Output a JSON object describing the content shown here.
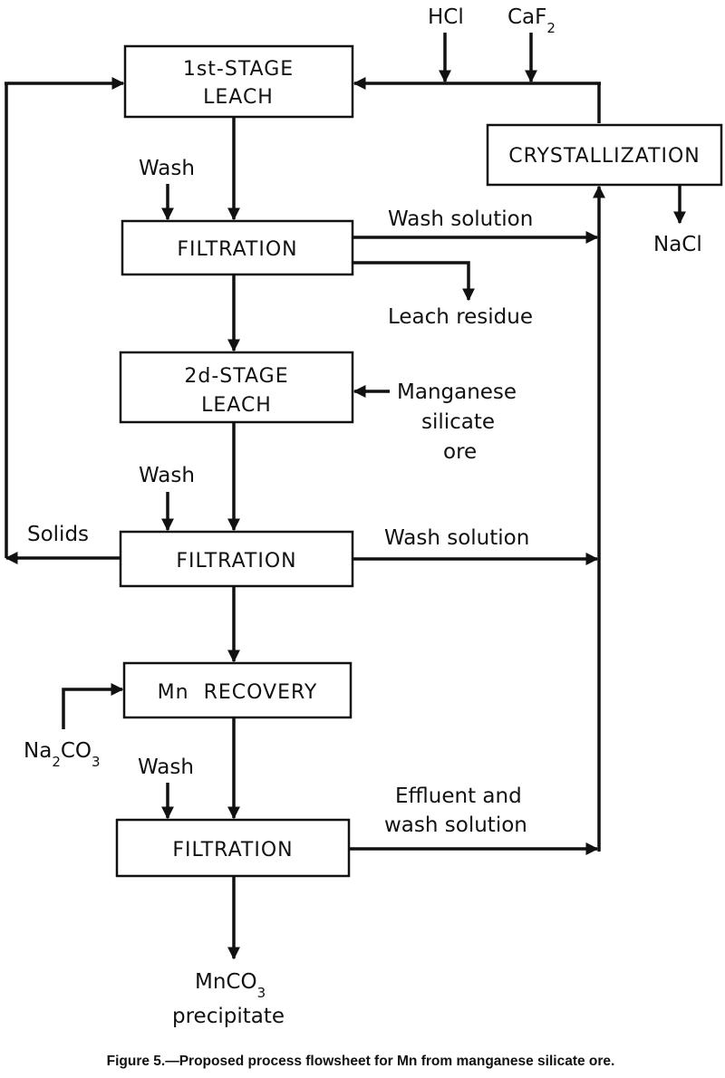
{
  "boxes": {
    "leach1": [
      "1st-STAGE",
      "LEACH"
    ],
    "filt1": "FILTRATION",
    "leach2": [
      "2d-STAGE",
      "LEACH"
    ],
    "filt2": "FILTRATION",
    "mnrec": "Mn  RECOVERY",
    "filt3": "FILTRATION",
    "cryst": "CRYSTALLIZATION"
  },
  "labels": {
    "hcl": "HCl",
    "caf2": {
      "base": "CaF",
      "sub": "2"
    },
    "wash1": "Wash",
    "wash2": "Wash",
    "wash3": "Wash",
    "wash_solution_1": "Wash solution",
    "wash_solution_2": "Wash solution",
    "leach_residue": "Leach residue",
    "ore": [
      "Manganese",
      "silicate",
      "ore"
    ],
    "solids": "Solids",
    "na2co3": {
      "a": "Na",
      "s1": "2",
      "b": "CO",
      "s2": "3"
    },
    "effluent": [
      "Effluent and",
      "wash solution"
    ],
    "nacl": "NaCl",
    "mnco3": {
      "base": "MnCO",
      "sub": "3"
    },
    "precipitate": "precipitate"
  },
  "caption": "Figure 5.—Proposed process flowsheet for Mn from manganese silicate ore.",
  "colors": {
    "ink": "#111111",
    "background": "#ffffff"
  }
}
